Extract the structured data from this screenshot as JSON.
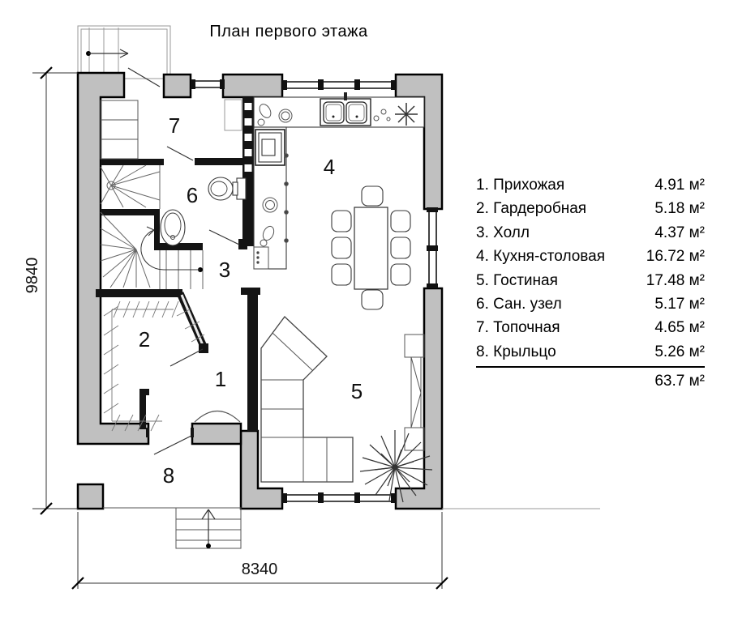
{
  "title": "План первого этажа",
  "dimensions": {
    "width_mm": "8340",
    "height_mm": "9840"
  },
  "rooms": {
    "n1": "1",
    "n2": "2",
    "n3": "3",
    "n4": "4",
    "n5": "5",
    "n6": "6",
    "n7": "7",
    "n8": "8"
  },
  "legend": {
    "items": [
      {
        "label": "1. Прихожая",
        "area": "4.91 м²"
      },
      {
        "label": "2. Гардеробная",
        "area": "5.18 м²"
      },
      {
        "label": "3. Холл",
        "area": "4.37 м²"
      },
      {
        "label": "4. Кухня-столовая",
        "area": "16.72 м²"
      },
      {
        "label": "5. Гостиная",
        "area": "17.48 м²"
      },
      {
        "label": "6. Сан. узел",
        "area": "5.17 м²"
      },
      {
        "label": "7. Топочная",
        "area": "4.65 м²"
      },
      {
        "label": "8. Крыльцо",
        "area": "5.26 м²"
      }
    ],
    "total": "63.7 м²"
  },
  "colors": {
    "wall_fill": "#c0c0c0",
    "wall_stroke": "#000000",
    "background": "#ffffff"
  }
}
